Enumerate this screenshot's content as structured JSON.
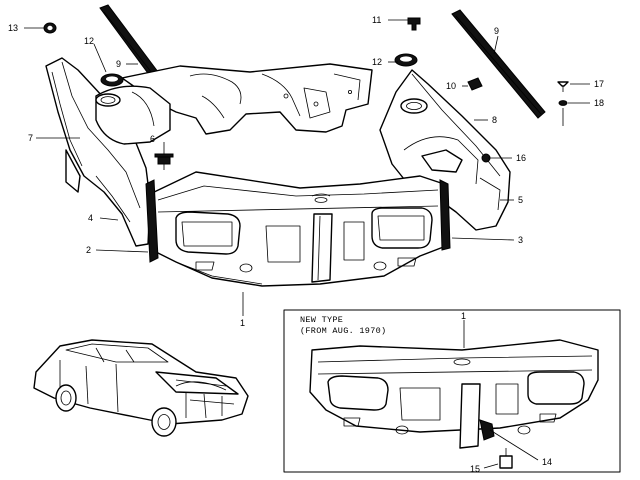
{
  "inset": {
    "title_line1": "NEW TYPE",
    "title_line2": "(FROM AUG. 1970)"
  },
  "callouts": {
    "c1": "1",
    "c2": "2",
    "c3": "3",
    "c4": "4",
    "c5": "5",
    "c6": "6",
    "c7": "7",
    "c8": "8",
    "c9a": "9",
    "c9b": "9",
    "c10": "10",
    "c11": "11",
    "c12a": "12",
    "c12b": "12",
    "c13": "13",
    "c16": "16",
    "c17": "17",
    "c18": "18",
    "c1_inset": "1",
    "c14": "14",
    "c15": "15"
  }
}
